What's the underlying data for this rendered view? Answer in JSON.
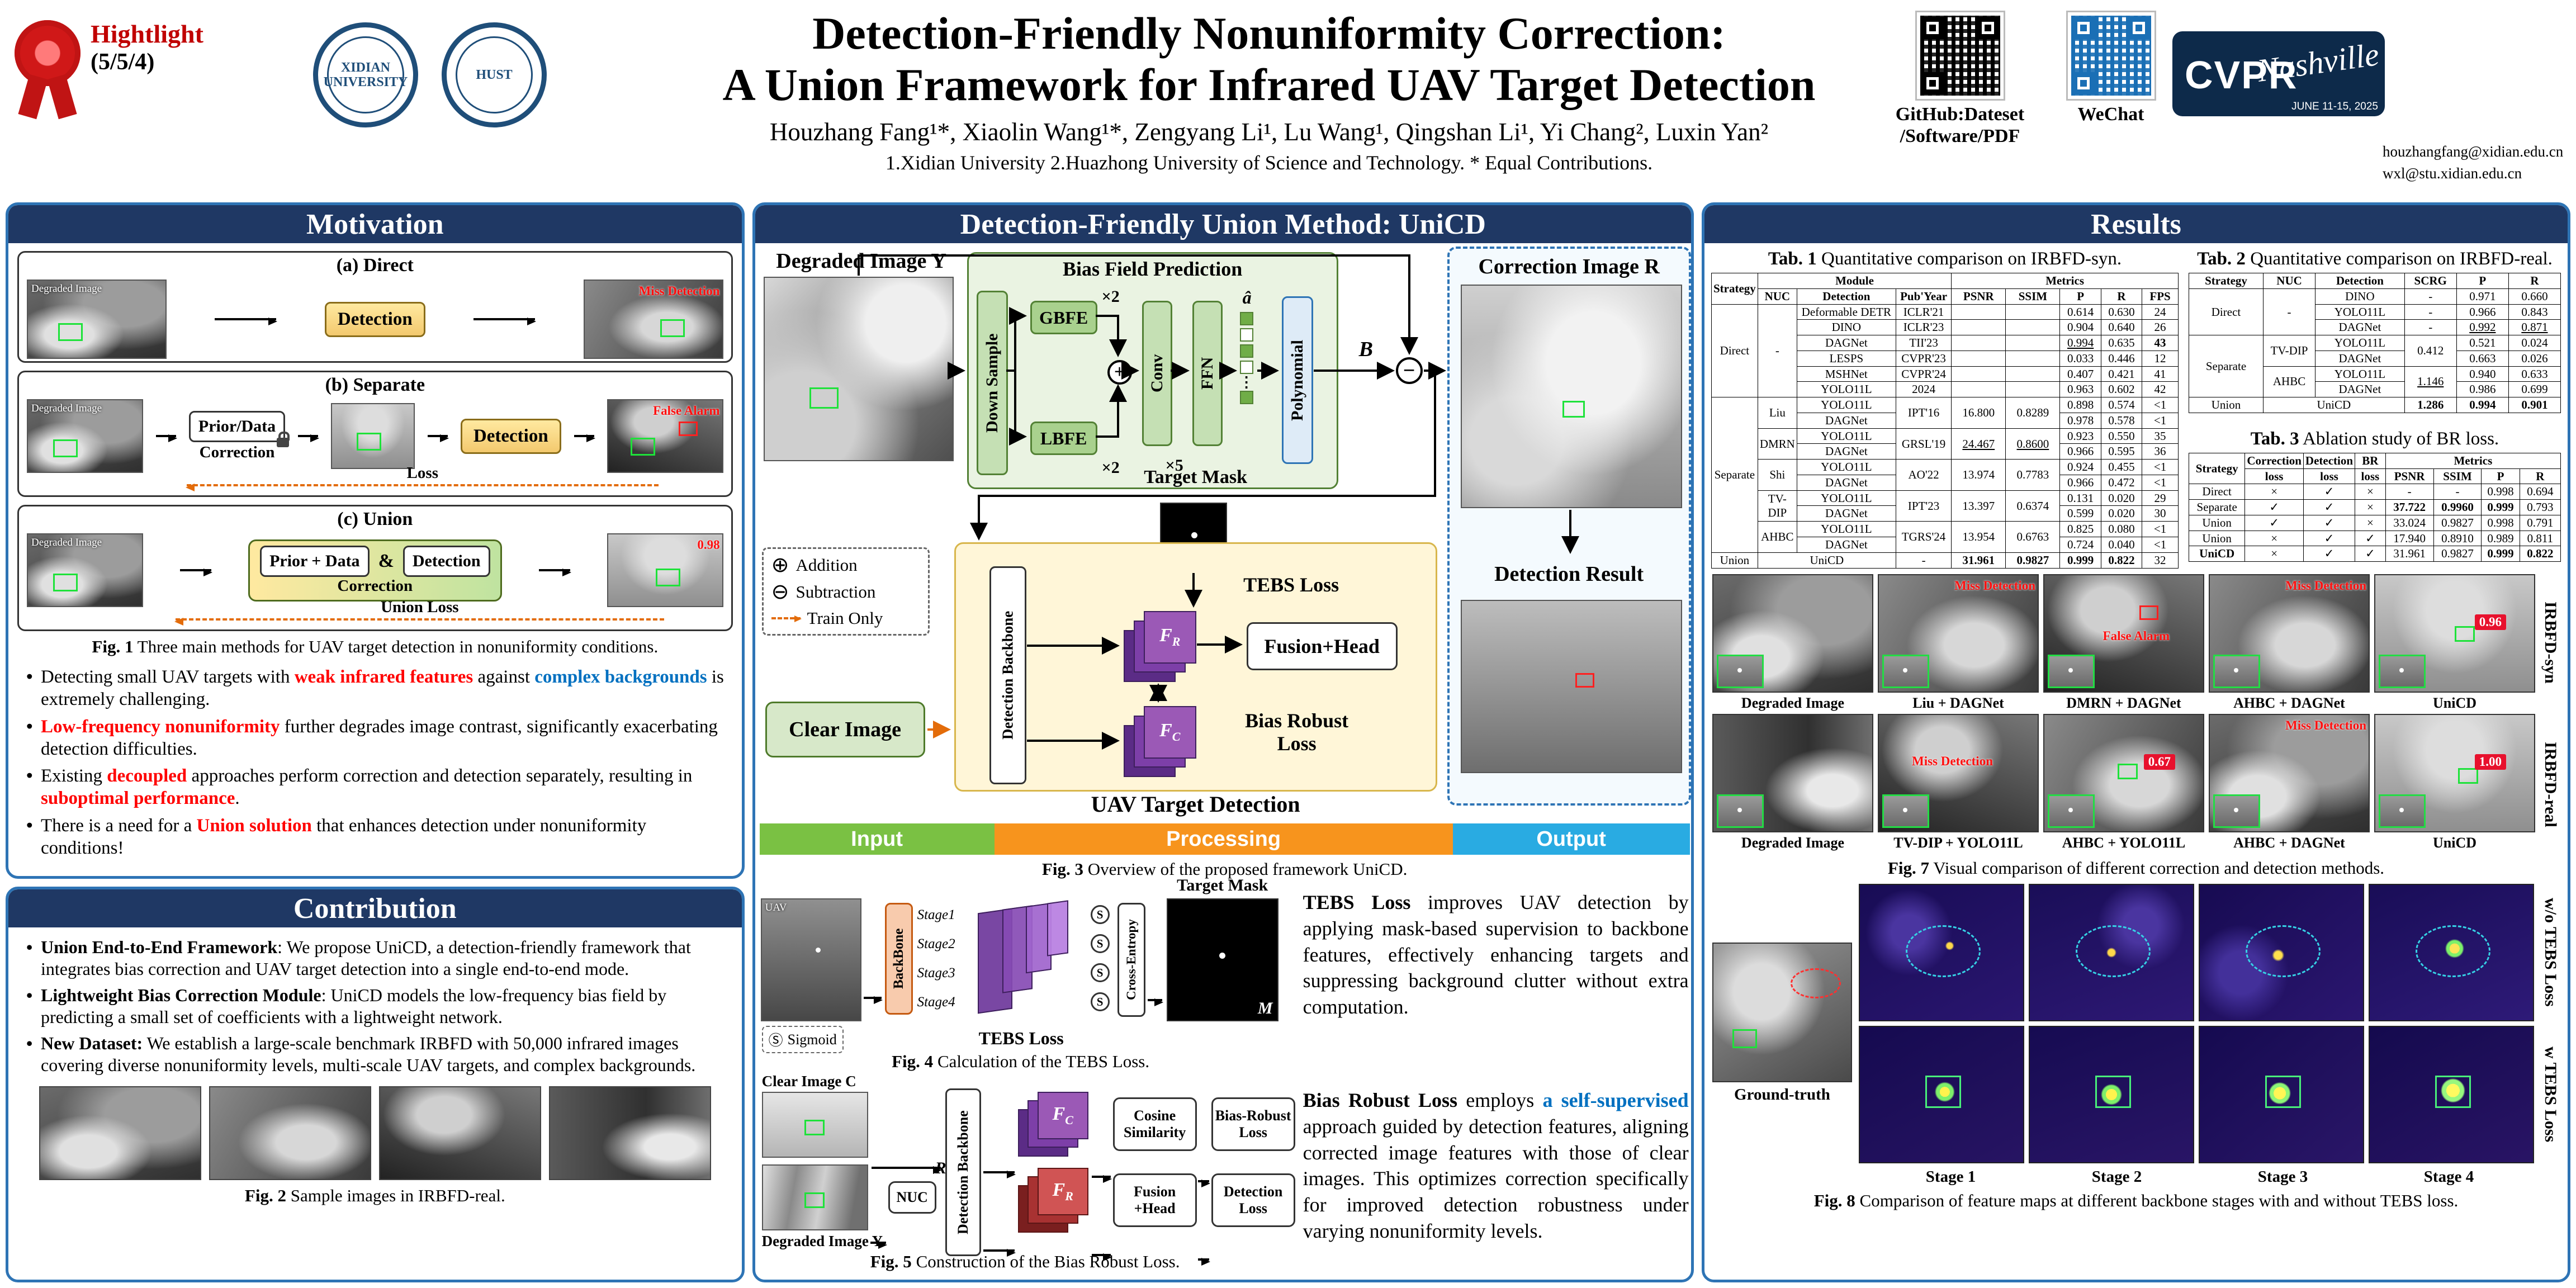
{
  "colors": {
    "navy": "#1F3864",
    "panel_border": "#2E74B5",
    "accent_red": "#FF0000",
    "accent_blue": "#0070C0",
    "input_green": "#7AC143",
    "processing_orange": "#F7941D",
    "output_blue": "#29ABE2"
  },
  "header": {
    "badge_title": "Hightlight",
    "badge_sub": "(5/5/4)",
    "logo1": "XIDIAN UNIVERSITY",
    "logo2": "HUST",
    "title1": "Detection-Friendly Nonuniformity Correction:",
    "title2": "A Union Framework for Infrared UAV Target Detection",
    "authors": "Houzhang Fang¹*, Xiaolin Wang¹*, Zengyang Li¹, Lu Wang¹, Qingshan Li¹, Yi Chang², Luxin Yan²",
    "affiliations": "1.Xidian University   2.Huazhong University of Science and Technology.   * Equal Contributions.",
    "qr_github_line1": "GitHub:Dateset",
    "qr_github_line2": "/Software/PDF",
    "qr_wechat": "WeChat",
    "cvpr": "CVPR",
    "cvpr_city": "Nashville",
    "cvpr_date": "JUNE 11-15, 2025",
    "email1": "houzhangfang@xidian.edu.cn",
    "email2": "wxl@stu.xidian.edu.cn"
  },
  "motivation": {
    "title": "Motivation",
    "fig1": {
      "a": {
        "title": "(a) Direct",
        "img_label": "Degraded Image",
        "detection": "Detection",
        "annotation": "Miss Detection"
      },
      "b": {
        "title": "(b) Separate",
        "img_label": "Degraded Image",
        "box_line1": "Prior/Data",
        "box_line2": "Correction",
        "detection": "Detection",
        "loss": "Loss",
        "annotation": "False Alarm"
      },
      "c": {
        "title": "(c) Union",
        "img_label": "Degraded Image",
        "box_line1": "Prior + Data",
        "amp": "&",
        "box_det": "Detection",
        "box_line2": "Correction",
        "loss": "Union Loss",
        "annotation": "0.98"
      },
      "caption_tag": "Fig. 1",
      "caption_text": "Three main methods for UAV target detection in nonuniformity conditions."
    },
    "bullets": [
      [
        {
          "t": "Detecting small UAV targets with "
        },
        {
          "t": "weak infrared features",
          "c": "red",
          "b": true
        },
        {
          "t": " against "
        },
        {
          "t": "complex backgrounds",
          "c": "blue",
          "b": true
        },
        {
          "t": " is extremely challenging."
        }
      ],
      [
        {
          "t": "Low-frequency nonuniformity",
          "c": "red",
          "b": true
        },
        {
          "t": " further degrades image contrast, significantly exacerbating detection difficulties."
        }
      ],
      [
        {
          "t": "Existing "
        },
        {
          "t": "decoupled",
          "c": "red",
          "b": true
        },
        {
          "t": " approaches perform correction and detection separately, resulting in "
        },
        {
          "t": "suboptimal performance",
          "c": "red",
          "b": true
        },
        {
          "t": "."
        }
      ],
      [
        {
          "t": "There is a need for a "
        },
        {
          "t": "Union solution",
          "c": "red",
          "b": true
        },
        {
          "t": " that enhances detection under nonuniformity conditions!"
        }
      ]
    ]
  },
  "contribution": {
    "title": "Contribution",
    "bullets": [
      [
        {
          "t": "Union End-to-End Framework",
          "b": true
        },
        {
          "t": ": We propose UniCD, a detection-friendly framework that integrates bias correction and UAV target detection into a single end-to-end mode."
        }
      ],
      [
        {
          "t": "Lightweight Bias Correction Module",
          "b": true
        },
        {
          "t": ": UniCD models the low-frequency bias field by predicting a small set of coefficients with a lightweight network."
        }
      ],
      [
        {
          "t": "New Dataset:",
          "b": true
        },
        {
          "t": " We establish a large-scale benchmark IRBFD with 50,000 infrared images covering diverse nonuniformity levels, multi-scale UAV targets, and complex backgrounds."
        }
      ]
    ],
    "fig2": {
      "caption_tag": "Fig. 2",
      "caption_text": "Sample images in IRBFD-real."
    }
  },
  "method": {
    "title": "Detection-Friendly Union Method: UniCD",
    "degraded_label": "Degraded Image Y",
    "bias": {
      "title": "Bias Field Prediction",
      "down_sample": "Down Sample",
      "gbfe": "GBFE",
      "lbfe": "LBFE",
      "x2_top": "×2",
      "x2_bottom": "×2",
      "conv": "Conv",
      "x5": "×5",
      "ffn": "FFN",
      "a_hat": "â",
      "dots": "⋮",
      "polynomial": "Polynomial"
    },
    "b_label": "B",
    "minus": "−",
    "plus": "+",
    "correction": {
      "title": "Correction Image R",
      "det_label": "Detection Result"
    },
    "legend": {
      "add_icon": "⊕",
      "add": "Addition",
      "sub_icon": "⊖",
      "sub": "Subtraction",
      "train": "Train Only"
    },
    "target_mask": "Target Mask",
    "detection_backbone": "Detection Backbone",
    "fr": {
      "base": "F",
      "sub": "R"
    },
    "fc": {
      "base": "F",
      "sub": "C"
    },
    "tebs_label": "TEBS Loss",
    "fusion": "Fusion+Head",
    "br_label1": "Bias Robust",
    "br_label2": "Loss",
    "clear_image": "Clear Image",
    "uav_det": "UAV Target Detection",
    "flow": {
      "input": "Input",
      "processing": "Processing",
      "output": "Output"
    },
    "fig3_caption_tag": "Fig. 3",
    "fig3_caption_text": "Overview of the proposed framework UniCD.",
    "fig4": {
      "uav": "UAV",
      "backbone": "BackBone",
      "stages": [
        "Stage1",
        "Stage2",
        "Stage3",
        "Stage4"
      ],
      "s": "S",
      "cross_entropy": "Cross-Entropy",
      "target_mask": "Target Mask",
      "m": "M",
      "tebs": "TEBS Loss",
      "sigmoid_icon": "Ⓢ",
      "sigmoid": "Sigmoid",
      "caption_tag": "Fig. 4",
      "caption_text": "Calculation of the TEBS Loss."
    },
    "tebs_text": [
      {
        "t": "TEBS Loss",
        "b": true
      },
      {
        "t": " improves UAV detection by applying mask-based supervision to backbone features, effectively enhancing targets and suppressing background clutter without extra computation."
      }
    ],
    "fig5": {
      "clear": "Clear Image C",
      "degraded": "Degraded Image Y",
      "nuc": "NUC",
      "r": "R",
      "backbone": "Detection Backbone",
      "cosine": "Cosine Similarity",
      "br_loss": "Bias-Robust Loss",
      "fusion": "Fusion +Head",
      "det_loss": "Detection Loss",
      "caption_tag": "Fig. 5",
      "caption_text": "Construction of the Bias Robust Loss."
    },
    "br_text": [
      {
        "t": "Bias Robust Loss",
        "b": true
      },
      {
        "t": " employs "
      },
      {
        "t": "a self-supervised",
        "c": "blue",
        "b": true
      },
      {
        "t": " approach guided by detection features, aligning corrected image features with those of clear images. This optimizes correction specifically for improved detection robustness under varying nonuniformity levels."
      }
    ]
  },
  "results": {
    "title": "Results",
    "tab1": {
      "caption_tag": "Tab. 1",
      "caption_text": "Quantitative comparison on IRBFD-syn.",
      "head": [
        [
          {
            "t": "Strategy",
            "rs": 2
          },
          {
            "t": "Module",
            "cs": 3
          },
          {
            "t": "Metrics",
            "cs": 5
          }
        ],
        [
          "NUC",
          "Detection",
          "Pub'Year",
          "PSNR",
          "SSIM",
          "P",
          "R",
          "FPS"
        ]
      ],
      "rows": [
        [
          {
            "t": "Direct",
            "rs": 6
          },
          {
            "t": "-",
            "rs": 6
          },
          {
            "t": "Deformable DETR"
          },
          {
            "t": "ICLR'21"
          },
          {
            "t": ""
          },
          {
            "t": ""
          },
          {
            "t": "0.614"
          },
          {
            "t": "0.630"
          },
          {
            "t": "24"
          }
        ],
        [
          {
            "t": "DINO"
          },
          {
            "t": "ICLR'23"
          },
          {
            "t": ""
          },
          {
            "t": ""
          },
          {
            "t": "0.904"
          },
          {
            "t": "0.640"
          },
          {
            "t": "26"
          }
        ],
        [
          {
            "t": "DAGNet"
          },
          {
            "t": "TII'23"
          },
          {
            "t": ""
          },
          {
            "t": ""
          },
          {
            "t": "0.994",
            "u": true
          },
          {
            "t": "0.635"
          },
          {
            "t": "43",
            "b": true
          }
        ],
        [
          {
            "t": "LESPS"
          },
          {
            "t": "CVPR'23"
          },
          {
            "t": ""
          },
          {
            "t": ""
          },
          {
            "t": "0.033"
          },
          {
            "t": "0.446"
          },
          {
            "t": "12"
          }
        ],
        [
          {
            "t": "MSHNet"
          },
          {
            "t": "CVPR'24"
          },
          {
            "t": ""
          },
          {
            "t": ""
          },
          {
            "t": "0.407"
          },
          {
            "t": "0.421"
          },
          {
            "t": "41"
          }
        ],
        [
          {
            "t": "YOLO11L"
          },
          {
            "t": "2024"
          },
          {
            "t": ""
          },
          {
            "t": ""
          },
          {
            "t": "0.963"
          },
          {
            "t": "0.602"
          },
          {
            "t": "42"
          }
        ],
        [
          {
            "t": "Separate",
            "rs": 10
          },
          {
            "t": "Liu",
            "rs": 2
          },
          {
            "t": "YOLO11L"
          },
          {
            "t": "IPT'16",
            "rs": 2
          },
          {
            "t": "16.800",
            "rs": 2
          },
          {
            "t": "0.8289",
            "rs": 2
          },
          {
            "t": "0.898"
          },
          {
            "t": "0.574"
          },
          {
            "t": "<1"
          }
        ],
        [
          {
            "t": "DAGNet"
          },
          {
            "t": "0.978"
          },
          {
            "t": "0.578"
          },
          {
            "t": "<1"
          }
        ],
        [
          {
            "t": "DMRN",
            "rs": 2
          },
          {
            "t": "YOLO11L"
          },
          {
            "t": "GRSL'19",
            "rs": 2
          },
          {
            "t": "24.467",
            "rs": 2,
            "u": true
          },
          {
            "t": "0.8600",
            "rs": 2,
            "u": true
          },
          {
            "t": "0.923"
          },
          {
            "t": "0.550"
          },
          {
            "t": "35"
          }
        ],
        [
          {
            "t": "DAGNet"
          },
          {
            "t": "0.966"
          },
          {
            "t": "0.595"
          },
          {
            "t": "36"
          }
        ],
        [
          {
            "t": "Shi",
            "rs": 2
          },
          {
            "t": "YOLO11L"
          },
          {
            "t": "AO'22",
            "rs": 2
          },
          {
            "t": "13.974",
            "rs": 2
          },
          {
            "t": "0.7783",
            "rs": 2
          },
          {
            "t": "0.924"
          },
          {
            "t": "0.455"
          },
          {
            "t": "<1"
          }
        ],
        [
          {
            "t": "DAGNet"
          },
          {
            "t": "0.966"
          },
          {
            "t": "0.472"
          },
          {
            "t": "<1"
          }
        ],
        [
          {
            "t": "TV-DIP",
            "rs": 2
          },
          {
            "t": "YOLO11L"
          },
          {
            "t": "IPT'23",
            "rs": 2
          },
          {
            "t": "13.397",
            "rs": 2
          },
          {
            "t": "0.6374",
            "rs": 2
          },
          {
            "t": "0.131"
          },
          {
            "t": "0.020"
          },
          {
            "t": "29"
          }
        ],
        [
          {
            "t": "DAGNet"
          },
          {
            "t": "0.599"
          },
          {
            "t": "0.020"
          },
          {
            "t": "30"
          }
        ],
        [
          {
            "t": "AHBC",
            "rs": 2
          },
          {
            "t": "YOLO11L"
          },
          {
            "t": "TGRS'24",
            "rs": 2
          },
          {
            "t": "13.954",
            "rs": 2
          },
          {
            "t": "0.6763",
            "rs": 2
          },
          {
            "t": "0.825"
          },
          {
            "t": "0.080"
          },
          {
            "t": "<1"
          }
        ],
        [
          {
            "t": "DAGNet"
          },
          {
            "t": "0.724"
          },
          {
            "t": "0.040"
          },
          {
            "t": "<1"
          }
        ],
        [
          {
            "t": "Union"
          },
          {
            "t": "UniCD",
            "cs": 2
          },
          {
            "t": "-"
          },
          {
            "t": "31.961",
            "b": true
          },
          {
            "t": "0.9827",
            "b": true
          },
          {
            "t": "0.999",
            "b": true
          },
          {
            "t": "0.822",
            "b": true
          },
          {
            "t": "32"
          }
        ]
      ]
    },
    "tab2": {
      "caption_tag": "Tab. 2",
      "caption_text": "Quantitative comparison on IRBFD-real.",
      "head": [
        [
          "Strategy",
          "NUC",
          "Detection",
          "SCRG",
          "P",
          "R"
        ]
      ],
      "rows": [
        [
          {
            "t": "Direct",
            "rs": 3
          },
          {
            "t": "-",
            "rs": 3
          },
          {
            "t": "DINO"
          },
          {
            "t": "-"
          },
          {
            "t": "0.971"
          },
          {
            "t": "0.660"
          }
        ],
        [
          {
            "t": "YOLO11L"
          },
          {
            "t": "-"
          },
          {
            "t": "0.966"
          },
          {
            "t": "0.843"
          }
        ],
        [
          {
            "t": "DAGNet"
          },
          {
            "t": "-"
          },
          {
            "t": "0.992",
            "u": true
          },
          {
            "t": "0.871",
            "u": true
          }
        ],
        [
          {
            "t": "Separate",
            "rs": 4
          },
          {
            "t": "TV-DIP",
            "rs": 2
          },
          {
            "t": "YOLO11L"
          },
          {
            "t": "0.412",
            "rs": 2
          },
          {
            "t": "0.521"
          },
          {
            "t": "0.024"
          }
        ],
        [
          {
            "t": "DAGNet"
          },
          {
            "t": "0.663"
          },
          {
            "t": "0.026"
          }
        ],
        [
          {
            "t": "AHBC",
            "rs": 2
          },
          {
            "t": "YOLO11L"
          },
          {
            "t": "1.146",
            "rs": 2,
            "u": true
          },
          {
            "t": "0.940"
          },
          {
            "t": "0.633"
          }
        ],
        [
          {
            "t": "DAGNet"
          },
          {
            "t": "0.986"
          },
          {
            "t": "0.699"
          }
        ],
        [
          {
            "t": "Union"
          },
          {
            "t": "UniCD",
            "cs": 2
          },
          {
            "t": "1.286",
            "b": true
          },
          {
            "t": "0.994",
            "b": true
          },
          {
            "t": "0.901",
            "b": true
          }
        ]
      ]
    },
    "tab3": {
      "caption_tag": "Tab. 3",
      "caption_text": "Ablation study of BR loss.",
      "head": [
        [
          {
            "t": "Strategy",
            "rs": 2
          },
          {
            "t": "Correction"
          },
          {
            "t": "Detection"
          },
          {
            "t": "BR"
          },
          {
            "t": "Metrics",
            "cs": 4
          }
        ],
        [
          "loss",
          "loss",
          "loss",
          "PSNR",
          "SSIM",
          "P",
          "R"
        ]
      ],
      "rows": [
        [
          "Direct",
          "×",
          "✓",
          "×",
          "-",
          "-",
          "0.998",
          "0.694"
        ],
        [
          "Separate",
          "✓",
          "✓",
          "×",
          {
            "t": "37.722",
            "b": true
          },
          {
            "t": "0.9960",
            "b": true
          },
          {
            "t": "0.999",
            "b": true
          },
          "0.793"
        ],
        [
          "Union",
          "✓",
          "✓",
          "×",
          "33.024",
          "0.9827",
          "0.998",
          "0.791"
        ],
        [
          "Union",
          "×",
          "✓",
          "✓",
          "17.940",
          "0.8910",
          "0.989",
          "0.811"
        ],
        [
          {
            "t": "UniCD",
            "b": true
          },
          "×",
          "✓",
          "✓",
          "31.961",
          "0.9827",
          {
            "t": "0.999",
            "b": true
          },
          {
            "t": "0.822",
            "b": true
          }
        ]
      ]
    },
    "fig7": {
      "row1_labels": [
        "Degraded Image",
        "Liu + DAGNet",
        "DMRN + DAGNet",
        "AHBC + DAGNet",
        "UniCD"
      ],
      "row2_labels": [
        "Degraded Image",
        "TV-DIP + YOLO11L",
        "AHBC + YOLO11L",
        "AHBC + DAGNet",
        "UniCD"
      ],
      "row1_annotations": [
        "",
        "Miss Detection",
        "False Alarm",
        "Miss Detection",
        "0.96"
      ],
      "row2_annotations": [
        "",
        "Miss Detection",
        "0.67",
        "Miss Detection",
        "1.00"
      ],
      "side1": "IRBFD-syn",
      "side2": "IRBFD-real",
      "caption_tag": "Fig. 7",
      "caption_text": "Visual comparison of different correction and detection methods."
    },
    "fig8": {
      "ground_truth": "Ground-truth",
      "stages": [
        "Stage 1",
        "Stage 2",
        "Stage 3",
        "Stage 4"
      ],
      "side1": "w/o TEBS Loss",
      "side2": "w TEBS Loss",
      "caption_tag": "Fig. 8",
      "caption_text": "Comparison of feature maps at different backbone stages with and without TEBS loss."
    }
  }
}
